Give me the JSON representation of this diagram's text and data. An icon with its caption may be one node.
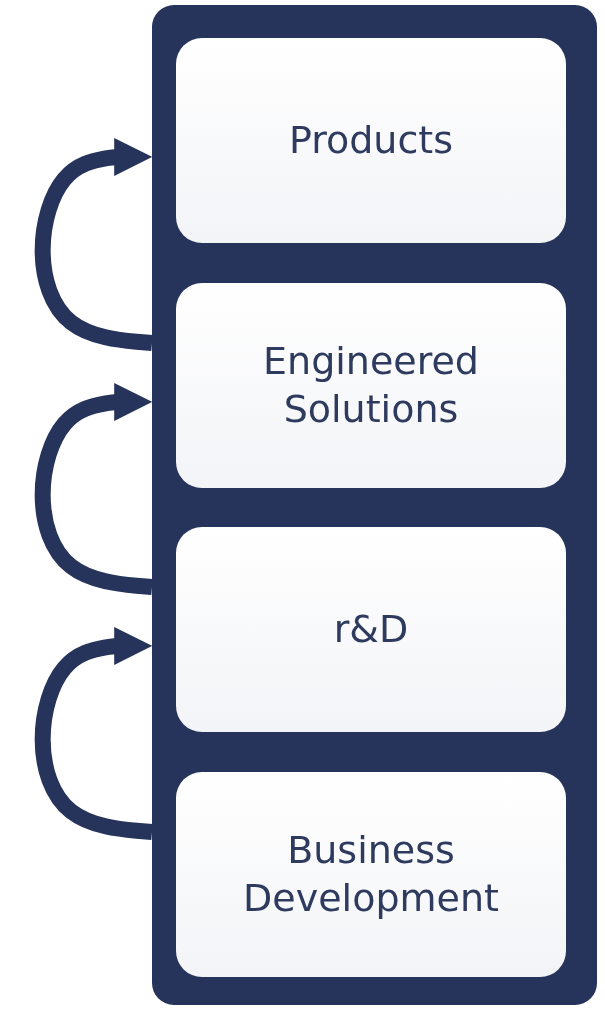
{
  "diagram": {
    "nodes": [
      {
        "text": [],
        "shape": "box"
      },
      {
        "text": [
          "Products"
        ],
        "in": 0
      },
      {
        "text": [
          "Engineered Solutions"
        ],
        "in": 0
      },
      {
        "text": [
          "r&D"
        ],
        "in": 0
      },
      {
        "text": [
          "Business Development"
        ],
        "in": 0
      }
    ],
    "edges": [
      {
        "from": 2,
        "to": 1,
        "arrow": "to"
      },
      {
        "from": 3,
        "to": 2,
        "arrow": "to"
      },
      {
        "from": 4,
        "to": 3,
        "arrow": "to"
      }
    ]
  }
}
